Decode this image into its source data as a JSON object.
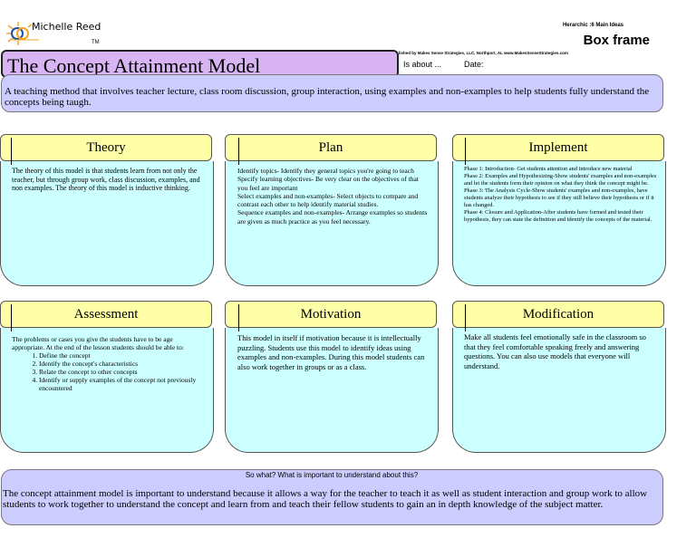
{
  "header": {
    "author": "Michelle Reed",
    "trademark": "TM",
    "organizer_type": "Herarchic :6 Main Ideas",
    "frame_name": "Box frame",
    "publisher": "lished by Makes Sense Strategies, LLC, Northport, AL  www.MakesSenseStrategies.com",
    "title": "The Concept Attainment Model",
    "is_about_label": "Is about ...",
    "date_label": "Date:"
  },
  "description": "A teaching method that involves teacher lecture, class room discussion, group interaction, using examples and non-examples to help students fully understand the concepts being taugh.",
  "boxes": {
    "theory": {
      "title": "Theory",
      "text": "The theory of this model is that students learn from not only the teacher, but through group work, class discussion, examples, and non examples.  The theory of this model is inductive thinking."
    },
    "plan": {
      "title": "Plan",
      "lines": [
        "Identify topics- Identify they general topics you're going to teach",
        "Specify learning objectives- Be very clear on the objectives of that you feel are important",
        "Select examples and non-examples- Select objects to compare and contrast each other to help identify material studies.",
        "Sequence examples and non-examples- Arrange examples so students are given as much practice as you feel necessary."
      ]
    },
    "implement": {
      "title": "Implement",
      "lines": [
        "Phase 1: Introduction- Get students attention and introduce new material",
        "Phase 2: Examples and Hypothesizing-Show students' examples and non-examples and let the students form their opinion on what they think the concept might be.",
        "Phase 3: The Analysis Cycle-Show students' examples and non-examples, have students analyze their hypothesis to see if they still believe their hypothesis or if it has changed.",
        "Phase 4: Closure and Application-After students have formed and tested their hypothesis, they can state the definition and identify the concepts of the material."
      ]
    },
    "assessment": {
      "title": "Assessment",
      "intro": "The problems or cases you give the students have to be age appropriate.  At the end of the lesson students should be able to:",
      "items": [
        "Define the concept",
        "Identify the concept's characteristics",
        "Relate the concept to other concepts",
        "Identify or supply examples of the concept not previously encountered"
      ]
    },
    "motivation": {
      "title": "Motivation",
      "text": "This model in itself if motivation because it is intellectually puzzling.  Students use this model to identify ideas using examples and non-examples.  During this model students can also work together in groups or as a class."
    },
    "modification": {
      "title": "Modification",
      "text": "Make all students feel emotionally safe in the classroom so that they feel comfortable speaking freely and answering questions.  You can also use models that everyone will understand."
    }
  },
  "so_what": {
    "question": "So what? What is important to understand about this?",
    "text": "The concept attainment model is important to understand because it allows a way for the teacher to teach it as well as student interaction and group work to allow students to work together to understand the concept and learn from and teach their fellow students to gain an in depth knowledge of the subject matter."
  },
  "colors": {
    "title_fill": "#d8b4f2",
    "header_fill": "#ffffa8",
    "box_fill": "#ccffff",
    "summary_fill": "#ccccff",
    "logo_orange": "#f5a623",
    "logo_blue": "#1f4fa0"
  }
}
